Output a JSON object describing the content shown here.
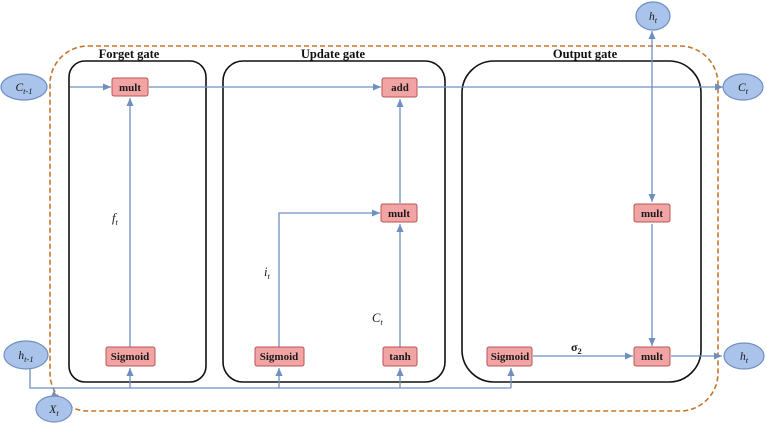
{
  "colors": {
    "node_fill": "#f2a4a4",
    "node_stroke": "#b85454",
    "ellipse_fill": "#a9c3ea",
    "ellipse_stroke": "#6f8fc0",
    "wire": "#6f8fc0",
    "outer_border": "#c4762d",
    "gate_border": "#111111"
  },
  "gates": {
    "forget": {
      "title": "Forget gate"
    },
    "update": {
      "title": "Update gate"
    },
    "output": {
      "title": "Output gate"
    }
  },
  "nodes": {
    "forget_mult": "mult",
    "forget_sigmoid": "Sigmoid",
    "update_add": "add",
    "update_mult": "mult",
    "update_sigmoid": "Sigmoid",
    "update_tanh": "tanh",
    "output_mult_top": "mult",
    "output_mult_bottom": "mult",
    "output_sigmoid": "Sigmoid"
  },
  "ellipses": {
    "c_prev": {
      "base": "C",
      "sub": "t-1"
    },
    "c_out": {
      "base": "C",
      "sub": "t"
    },
    "h_top": {
      "base": "h",
      "sub": "t"
    },
    "h_prev": {
      "base": "h",
      "sub": "t-1"
    },
    "x_in": {
      "base": "X",
      "sub": "t"
    },
    "h_out": {
      "base": "h",
      "sub": "t"
    }
  },
  "labels": {
    "f": {
      "base": "f",
      "sub": "t"
    },
    "i": {
      "base": "i",
      "sub": "t"
    },
    "c": {
      "base": "C",
      "sub": "t"
    },
    "sigma": {
      "base": "σ",
      "sub": "2"
    }
  }
}
